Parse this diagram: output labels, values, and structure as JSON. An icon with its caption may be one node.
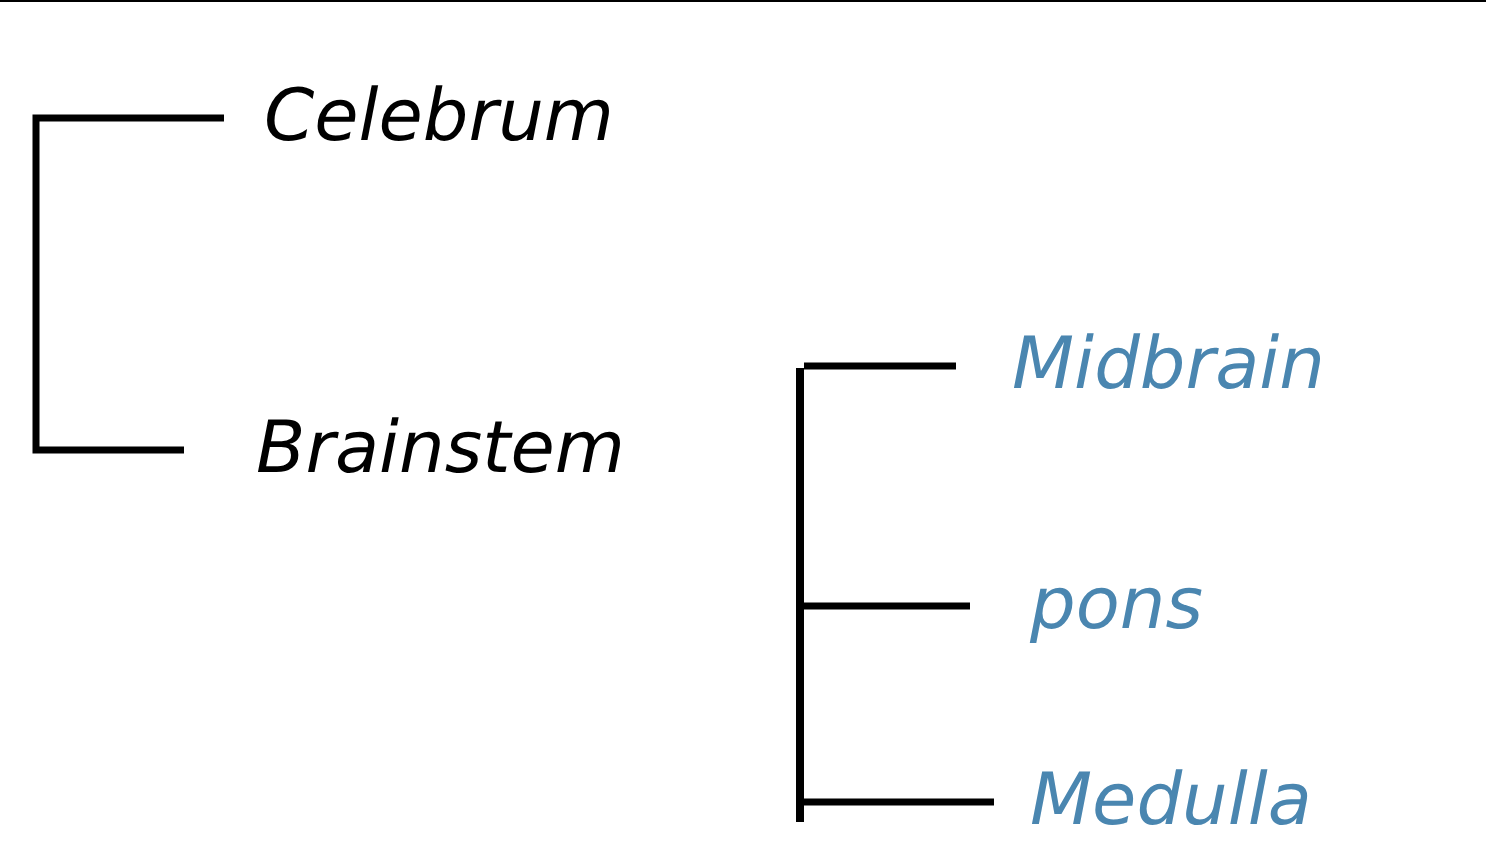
{
  "diagram": {
    "nodes": [
      {
        "text": [
          "Celebrum"
        ]
      },
      {
        "text": [
          "Brainstem"
        ]
      },
      {
        "text": [],
        "shape": "bar"
      },
      {
        "text": [
          "Midbrain"
        ]
      },
      {
        "text": [
          "pons"
        ]
      },
      {
        "text": [
          "Medulla"
        ]
      }
    ],
    "edges": [
      {
        "from": 0,
        "to": 1,
        "arrow": "none"
      },
      {
        "from": 2,
        "to": 3,
        "arrow": "none"
      },
      {
        "from": 2,
        "to": 4,
        "arrow": "none"
      },
      {
        "from": 2,
        "to": 5,
        "arrow": "none"
      }
    ]
  }
}
